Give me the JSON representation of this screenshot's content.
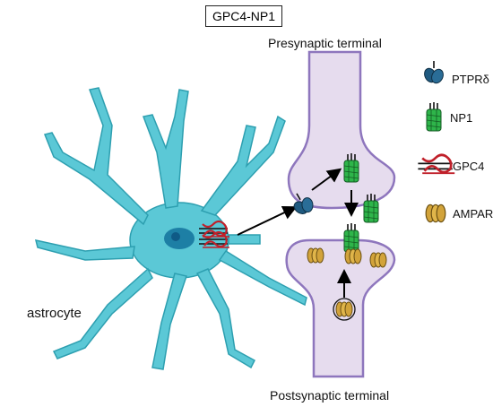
{
  "title": "GPC4-NP1",
  "labels": {
    "presynaptic": "Presynaptic terminal",
    "postsynaptic": "Postsynaptic terminal",
    "astrocyte": "astrocyte"
  },
  "legend": [
    {
      "label": "PTPRδ",
      "icon": "ptprd-icon"
    },
    {
      "label": "NP1",
      "icon": "np1-icon"
    },
    {
      "label": "GPC4",
      "icon": "gpc4-icon"
    },
    {
      "label": "AMPAR",
      "icon": "ampar-icon"
    }
  ],
  "colors": {
    "astrocyte": "#5bc8d6",
    "astrocyte_stroke": "#2d9fb0",
    "nucleus": "#1d7fa5",
    "terminal_fill": "#e6dcee",
    "terminal_stroke": "#8e76bd",
    "ptprd": "#1f5a80",
    "np1": "#2eb54a",
    "gpc4_red": "#c0202a",
    "ampar": "#d2a33a"
  }
}
